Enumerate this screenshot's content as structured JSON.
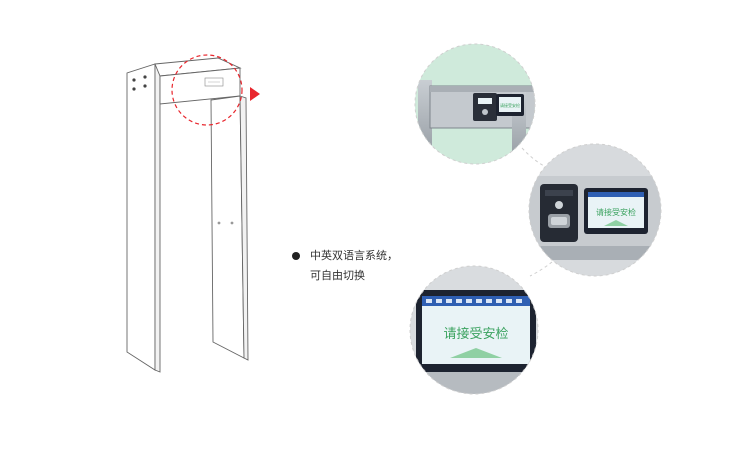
{
  "feature": {
    "line1": "中英双语言系统，",
    "line2": "可自由切换"
  },
  "screen": {
    "prompt": "请接受安检"
  },
  "colors": {
    "accent": "#e8262d",
    "screen_bg": "#e9f3f6",
    "screen_text": "#3aa25f",
    "panel_dark": "#1d2330",
    "frame_gray": "#9aa0a6"
  }
}
